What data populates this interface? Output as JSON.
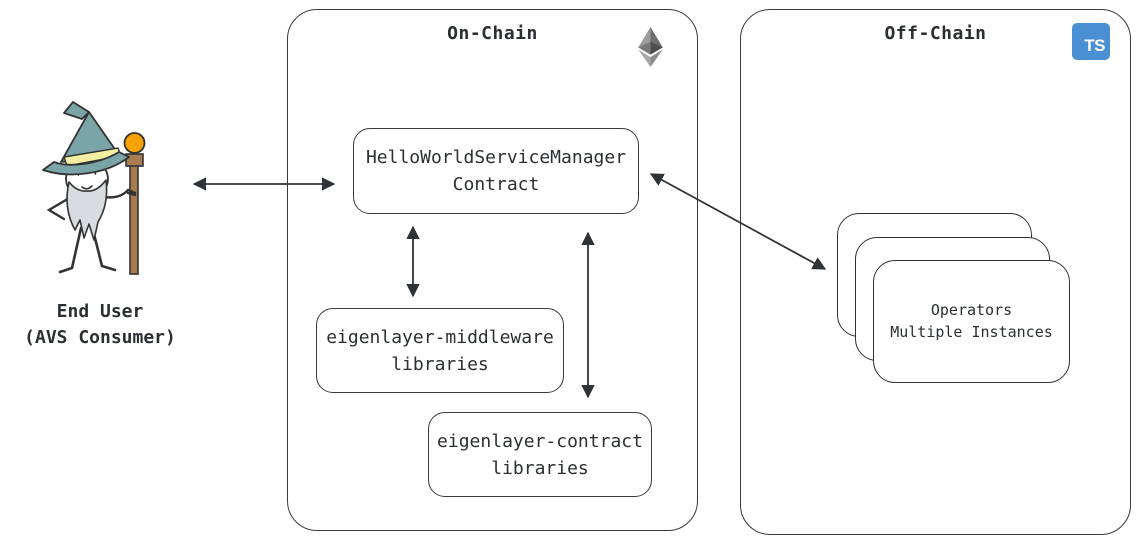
{
  "end_user": {
    "label_line1": "End User",
    "label_line2": "(AVS Consumer)",
    "figure": "wizard-illustration"
  },
  "on_chain": {
    "title": "On-Chain",
    "icon": "ethereum-icon",
    "boxes": {
      "service_manager": {
        "line1": "HelloWorldServiceManager",
        "line2": "Contract"
      },
      "middleware": {
        "line1": "eigenlayer-middleware",
        "line2": "libraries"
      },
      "contract": {
        "line1": "eigenlayer-contract",
        "line2": "libraries"
      }
    }
  },
  "off_chain": {
    "title": "Off-Chain",
    "badge": {
      "label": "TS",
      "icon": "typescript-icon",
      "color": "#4A8FD1"
    },
    "operators": {
      "line1": "Operators",
      "line2": "Multiple Instances",
      "stack_count": 3
    }
  },
  "connections": [
    {
      "from": "end-user",
      "to": "service-manager-contract",
      "type": "bidirectional"
    },
    {
      "from": "service-manager-contract",
      "to": "eigenlayer-middleware-libraries",
      "type": "bidirectional"
    },
    {
      "from": "service-manager-contract",
      "to": "eigenlayer-contract-libraries",
      "type": "bidirectional"
    },
    {
      "from": "service-manager-contract",
      "to": "operators",
      "type": "bidirectional"
    }
  ],
  "colors": {
    "stroke": "#363b40",
    "arrow": "#2f3338",
    "text": "#2b2f33",
    "ts_blue": "#4A8FD1",
    "hat_teal": "#7AA5A8",
    "hat_band": "#F2EFA3",
    "staff_brown": "#A87E50",
    "orb_orange": "#F7A307",
    "beard_gray": "#D8DCE0"
  }
}
